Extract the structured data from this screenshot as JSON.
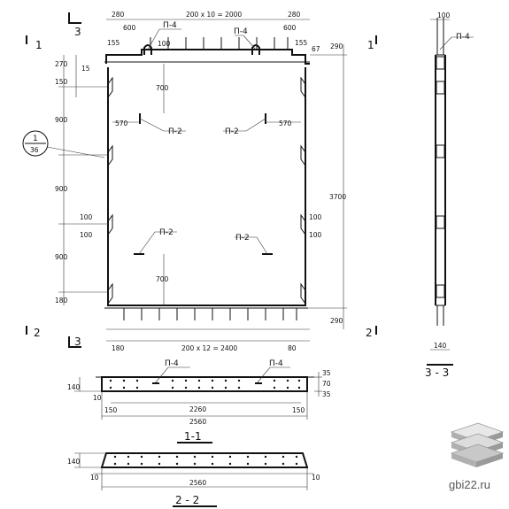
{
  "top_dims": {
    "left_end": "280",
    "spacing": "200 x 10 = 2000",
    "right_end": "280",
    "left_600": "600",
    "right_600": "600",
    "left_155": "155",
    "right_155": "155",
    "mid_100": "100",
    "right_67": "67"
  },
  "bottom_dims": {
    "left_end": "180",
    "spacing": "200 x 12 = 2400",
    "right_end": "80"
  },
  "left_dims": [
    "270",
    "15",
    "150",
    "900",
    "900",
    "100",
    "100",
    "900",
    "180"
  ],
  "right_dims": [
    "290",
    "3700",
    "290"
  ],
  "inner_dims": [
    "700",
    "570",
    "570",
    "100",
    "100",
    "700"
  ],
  "marks": {
    "p4": "П-4",
    "p2": "П-2",
    "callout_top": "1",
    "callout_bottom": "36"
  },
  "section_marks": {
    "one": "1",
    "two": "2",
    "three": "3"
  },
  "section_11": {
    "title": "1-1",
    "height": "140",
    "inner": "2260",
    "total": "2560",
    "left_10": "10",
    "left_150": "150",
    "right_150": "150",
    "right_dims": [
      "35",
      "70",
      "35"
    ]
  },
  "section_22": {
    "title": "2 - 2",
    "height": "140",
    "left_10": "10",
    "right_10": "10",
    "total": "2560"
  },
  "section_33": {
    "title": "3 - 3",
    "top_dim": "100",
    "bottom_dim": "140"
  },
  "brand": {
    "site": "gbi22.ru",
    "logo_icon": "stacked-slabs-icon",
    "logo_colors": [
      "#c8c8c8",
      "#9a9a9a",
      "#e8e8e8"
    ]
  }
}
